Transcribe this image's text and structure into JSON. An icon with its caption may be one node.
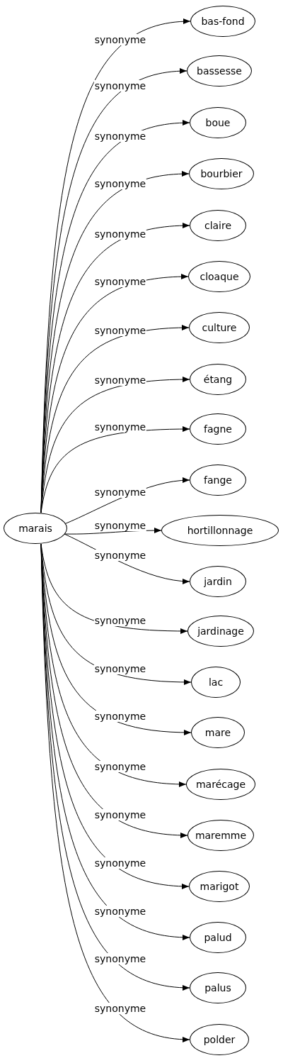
{
  "diagram": {
    "nodes": [
      {
        "text": [
          "marais"
        ]
      },
      {
        "text": [
          "bas-fond"
        ]
      },
      {
        "text": [
          "bassesse"
        ]
      },
      {
        "text": [
          "boue"
        ]
      },
      {
        "text": [
          "bourbier"
        ]
      },
      {
        "text": [
          "claire"
        ]
      },
      {
        "text": [
          "cloaque"
        ]
      },
      {
        "text": [
          "culture"
        ]
      },
      {
        "text": [
          "étang"
        ]
      },
      {
        "text": [
          "fagne"
        ]
      },
      {
        "text": [
          "fange"
        ]
      },
      {
        "text": [
          "hortillonnage"
        ]
      },
      {
        "text": [
          "jardin"
        ]
      },
      {
        "text": [
          "jardinage"
        ]
      },
      {
        "text": [
          "lac"
        ]
      },
      {
        "text": [
          "mare"
        ]
      },
      {
        "text": [
          "marécage"
        ]
      },
      {
        "text": [
          "maremme"
        ]
      },
      {
        "text": [
          "marigot"
        ]
      },
      {
        "text": [
          "palud"
        ]
      },
      {
        "text": [
          "palus"
        ]
      },
      {
        "text": [
          "polder"
        ]
      }
    ],
    "edges": [
      {
        "from": 0,
        "to": 1,
        "arrow": "to",
        "label": "synonyme"
      },
      {
        "from": 0,
        "to": 2,
        "arrow": "to",
        "label": "synonyme"
      },
      {
        "from": 0,
        "to": 3,
        "arrow": "to",
        "label": "synonyme"
      },
      {
        "from": 0,
        "to": 4,
        "arrow": "to",
        "label": "synonyme"
      },
      {
        "from": 0,
        "to": 5,
        "arrow": "to",
        "label": "synonyme"
      },
      {
        "from": 0,
        "to": 6,
        "arrow": "to",
        "label": "synonyme"
      },
      {
        "from": 0,
        "to": 7,
        "arrow": "to",
        "label": "synonyme"
      },
      {
        "from": 0,
        "to": 8,
        "arrow": "to",
        "label": "synonyme"
      },
      {
        "from": 0,
        "to": 9,
        "arrow": "to",
        "label": "synonyme"
      },
      {
        "from": 0,
        "to": 10,
        "arrow": "to",
        "label": "synonyme"
      },
      {
        "from": 0,
        "to": 11,
        "arrow": "to",
        "label": "synonyme"
      },
      {
        "from": 0,
        "to": 12,
        "arrow": "to",
        "label": "synonyme"
      },
      {
        "from": 0,
        "to": 13,
        "arrow": "to",
        "label": "synonyme"
      },
      {
        "from": 0,
        "to": 14,
        "arrow": "to",
        "label": "synonyme"
      },
      {
        "from": 0,
        "to": 15,
        "arrow": "to",
        "label": "synonyme"
      },
      {
        "from": 0,
        "to": 16,
        "arrow": "to",
        "label": "synonyme"
      },
      {
        "from": 0,
        "to": 17,
        "arrow": "to",
        "label": "synonyme"
      },
      {
        "from": 0,
        "to": 18,
        "arrow": "to",
        "label": "synonyme"
      },
      {
        "from": 0,
        "to": 19,
        "arrow": "to",
        "label": "synonyme"
      },
      {
        "from": 0,
        "to": 20,
        "arrow": "to",
        "label": "synonyme"
      },
      {
        "from": 0,
        "to": 21,
        "arrow": "to",
        "label": "synonyme"
      }
    ]
  }
}
